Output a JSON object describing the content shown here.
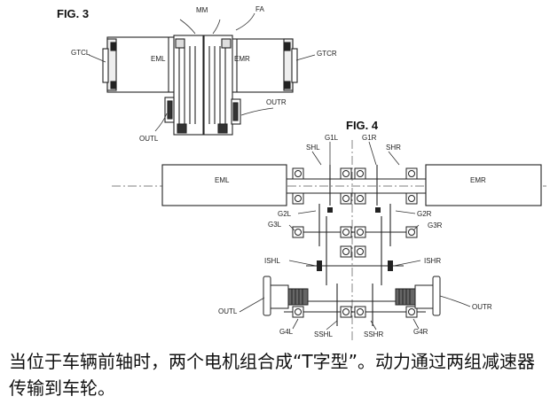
{
  "fig3": {
    "title": "FIG. 3",
    "labels": {
      "mm": "MM",
      "fa": "FA",
      "gtcl": "GTCL",
      "gtcr": "GTCR",
      "eml": "EML",
      "emr": "EMR",
      "outl": "OUTL",
      "outr": "OUTR"
    }
  },
  "fig4": {
    "title": "FIG. 4",
    "labels": {
      "shl": "SHL",
      "g1l": "G1L",
      "g1r": "G1R",
      "shr": "SHR",
      "eml": "EML",
      "emr": "EMR",
      "g2l": "G2L",
      "g3l": "G3L",
      "g2r": "G2R",
      "g3r": "G3R",
      "ishl": "ISHL",
      "ishr": "ISHR",
      "outl": "OUTL",
      "outr": "OUTR",
      "g4l": "G4L",
      "sshl": "SSHL",
      "sshr": "SSHR",
      "g4r": "G4R"
    }
  },
  "caption": "当位于车辆前轴时，两个电机组合成“T字型”。动力通过两组减速器传输到车轮。"
}
